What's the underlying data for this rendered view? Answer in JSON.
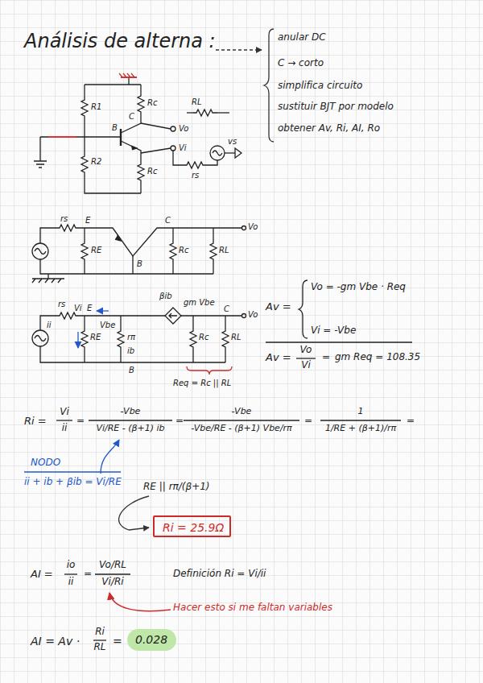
{
  "diagram": {
    "title": "Análisis de alterna :",
    "nodes": [
      {
        "text": [
          "Ri = 25.9Ω"
        ]
      },
      {
        "text": [
          "0.028"
        ]
      }
    ],
    "labels": [
      "anular DC",
      "C → corto",
      "simplifica circuito",
      "sustituir BJT por modelo",
      "obtener Av, Ri, AI, Ro",
      "R1",
      "Rc",
      "RL",
      "B",
      "C",
      "Vo",
      "Vi",
      "vs",
      "R2",
      "Rc",
      "rs",
      "rs",
      "E",
      "C",
      "Vo",
      "RE",
      "B",
      "Rc",
      "RL",
      "βib",
      "gm Vbe",
      "rs",
      "Vi",
      "E",
      "C",
      "Vo",
      "ii",
      "RE",
      "Vbe",
      "rπ",
      "ib",
      "B",
      "Rc",
      "RL",
      "Req = Rc || RL",
      "Av =",
      "Vo = -gm Vbe · Req",
      "Vi = -Vbe",
      "Av =",
      "Vo",
      "Vi",
      "=",
      "gm Req = 108.35",
      "Ri =",
      "Vi",
      "ii",
      "=",
      "-Vbe",
      "Vi/RE - (β+1) ib",
      "=",
      "-Vbe",
      "-Vbe/RE - (β+1) Vbe/rπ",
      "=",
      "1",
      "1/RE + (β+1)/rπ",
      "=",
      "NODO",
      "ii + ib + βib = Vi/RE",
      "RE || rπ/(β+1)",
      "AI =",
      "io",
      "ii",
      "=",
      "Vo/RL",
      "Vi/Ri",
      "Definición Ri = Vi/ii",
      "Hacer esto si me faltan variables",
      "AI = Av ·",
      "Ri",
      "RL",
      "="
    ]
  }
}
